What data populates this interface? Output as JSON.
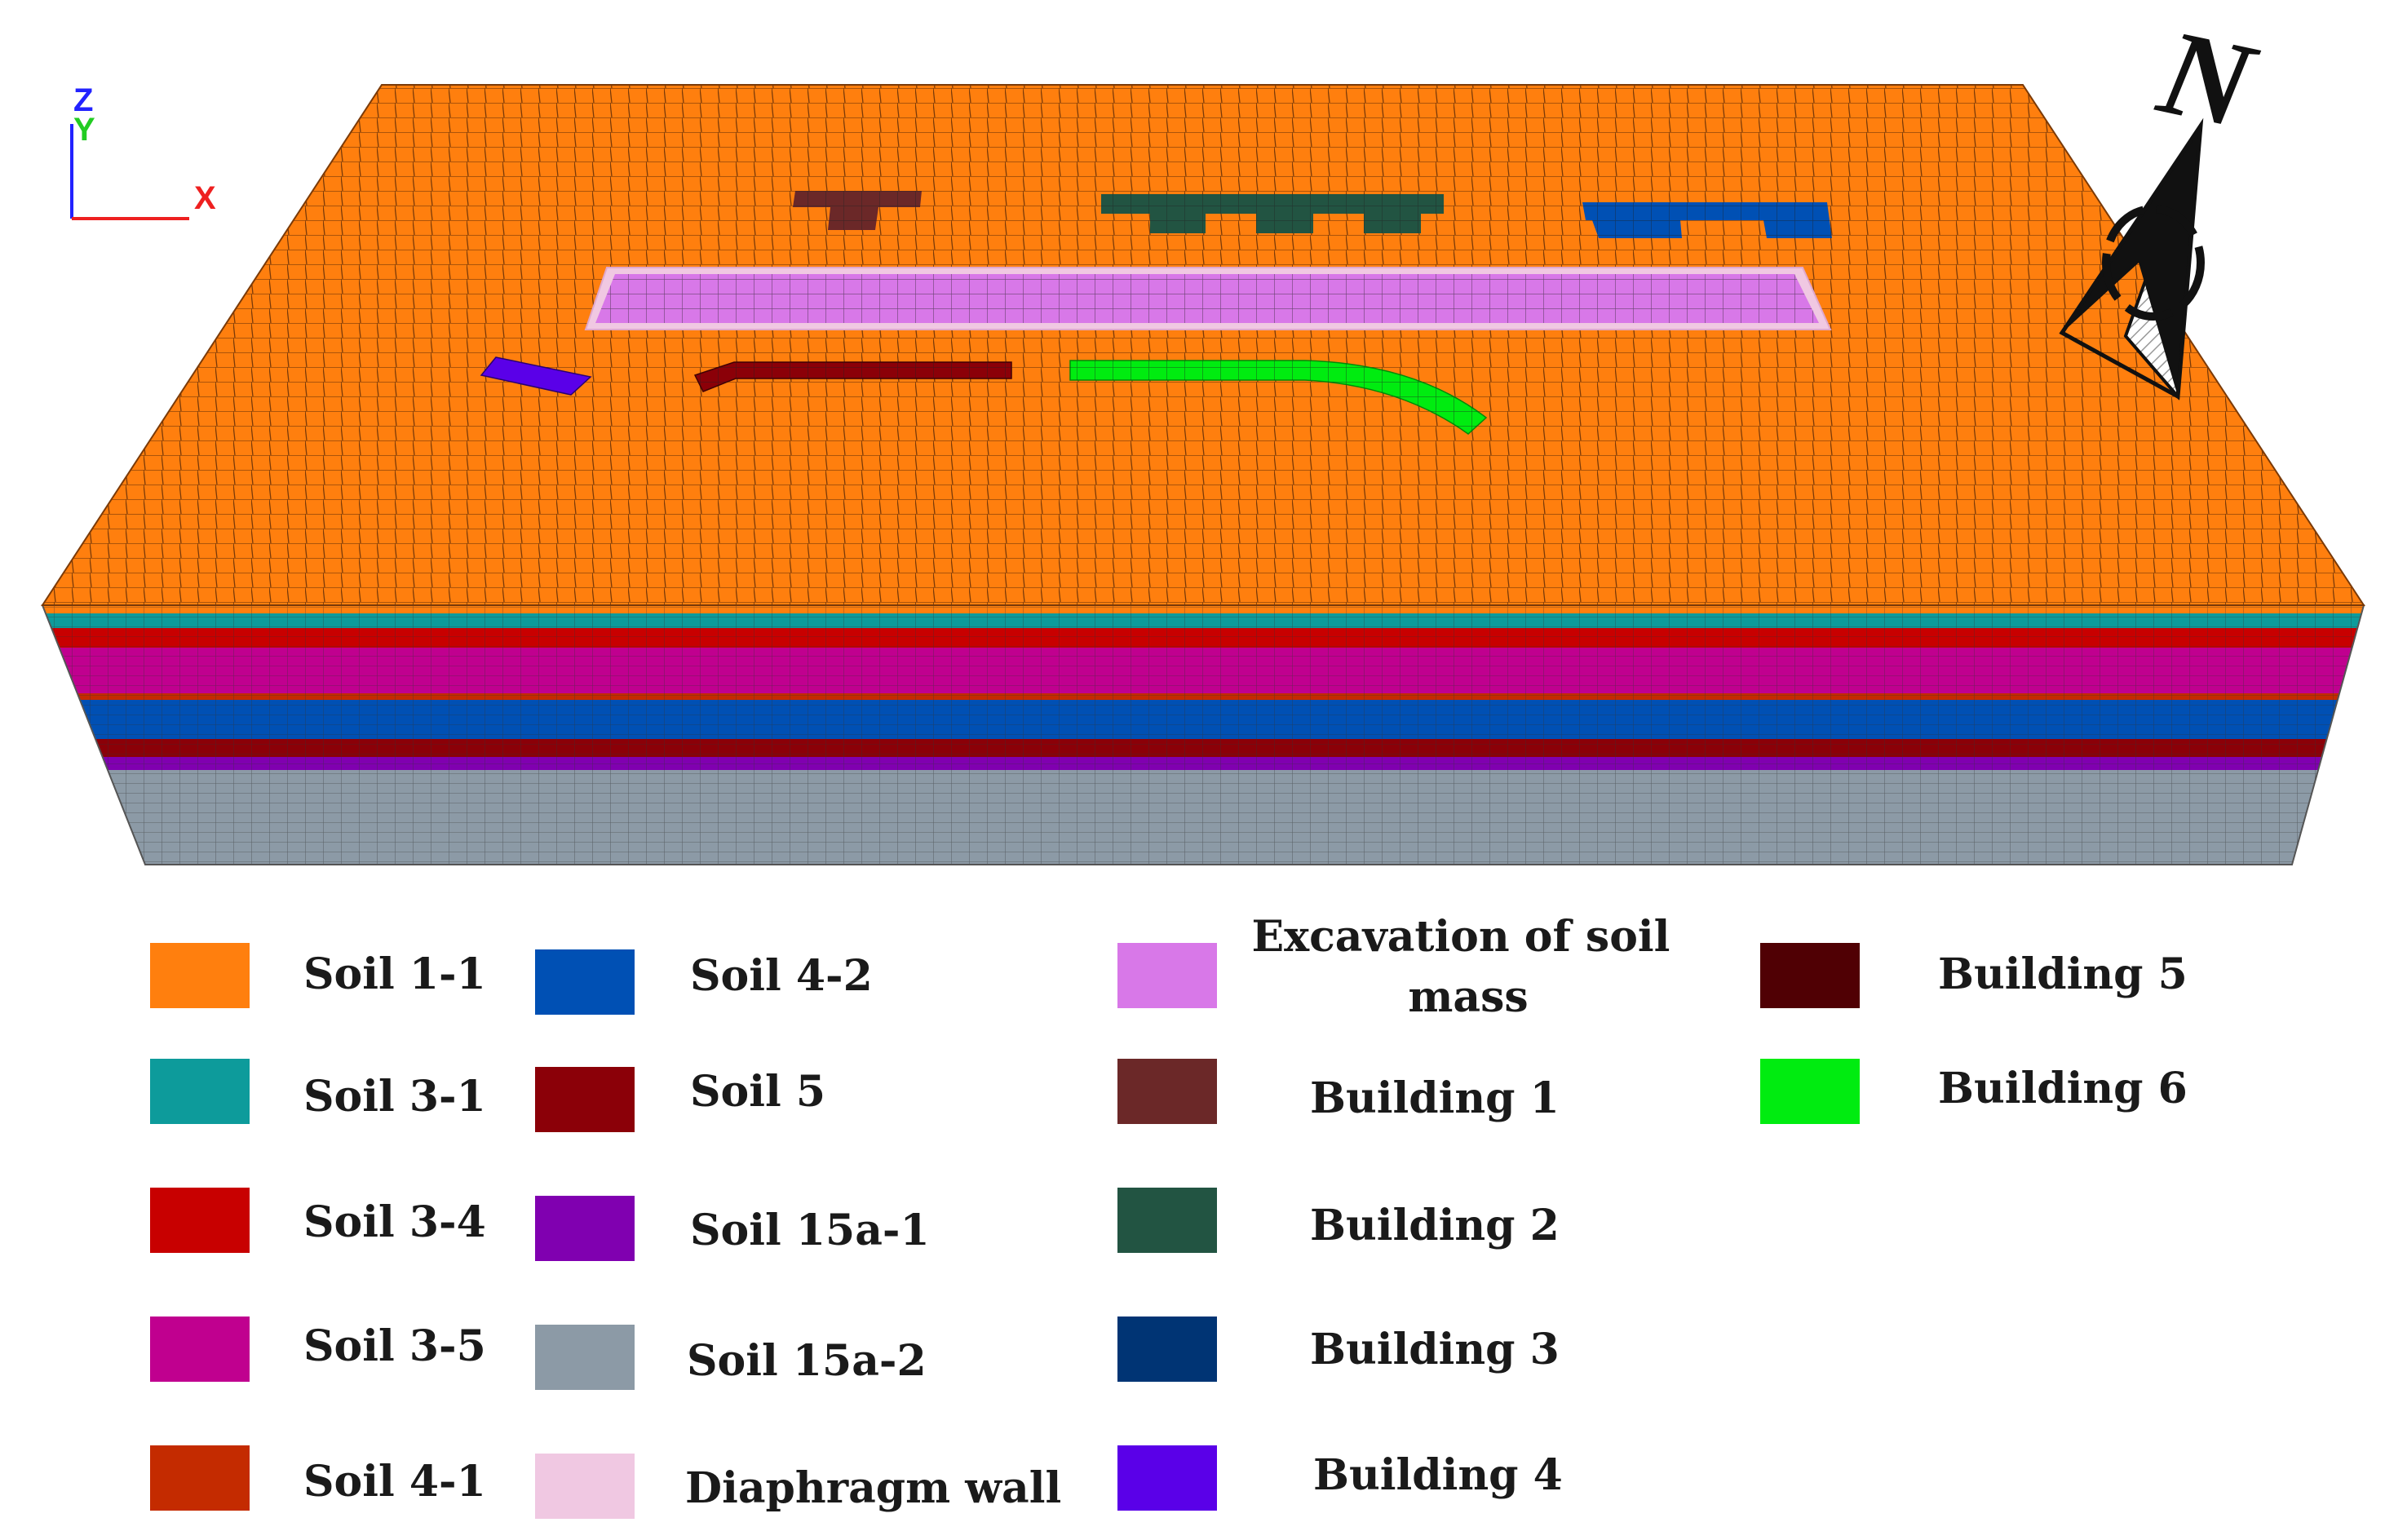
{
  "axes": {
    "z": "Z",
    "y": "Y",
    "x": "X"
  },
  "compass": {
    "north": "N"
  },
  "colors": {
    "soil_1_1": "#ff7f0e",
    "soil_3_1": "#0d9b9b",
    "soil_3_4": "#c80000",
    "soil_3_5": "#c0008f",
    "soil_4_1": "#c42b00",
    "soil_4_2": "#0050b4",
    "soil_5": "#8b0008",
    "soil_15a_1": "#8000b0",
    "soil_15a_2": "#8c9aa6",
    "diaphragm_wall": "#f0c8e2",
    "excavation": "#d878e8",
    "building_1": "#6b2828",
    "building_2": "#225442",
    "building_3": "#003474",
    "building_4": "#5a00e8",
    "building_5": "#500004",
    "building_6": "#00ec10"
  },
  "legend": [
    {
      "label": "Soil 1-1",
      "color": "#ff7f0e"
    },
    {
      "label": "Soil 3-1",
      "color": "#0d9b9b"
    },
    {
      "label": "Soil 3-4",
      "color": "#c80000"
    },
    {
      "label": "Soil 3-5",
      "color": "#c0008f"
    },
    {
      "label": "Soil 4-1",
      "color": "#c42b00"
    },
    {
      "label": "Soil 4-2",
      "color": "#0050b4"
    },
    {
      "label": "Soil 5",
      "color": "#8b0008"
    },
    {
      "label": "Soil 15a-1",
      "color": "#8000b0"
    },
    {
      "label": "Soil 15a-2",
      "color": "#8c9aa6"
    },
    {
      "label": "Diaphragm wall",
      "color": "#f0c8e2"
    },
    {
      "label": "Excavation of soil mass",
      "color": "#d878e8"
    },
    {
      "label": "Building 1",
      "color": "#6b2828"
    },
    {
      "label": "Building 2",
      "color": "#225442"
    },
    {
      "label": "Building 3",
      "color": "#003474"
    },
    {
      "label": "Building 4",
      "color": "#5a00e8"
    },
    {
      "label": "Building 5",
      "color": "#500004"
    },
    {
      "label": "Building 6",
      "color": "#00ec10"
    }
  ]
}
